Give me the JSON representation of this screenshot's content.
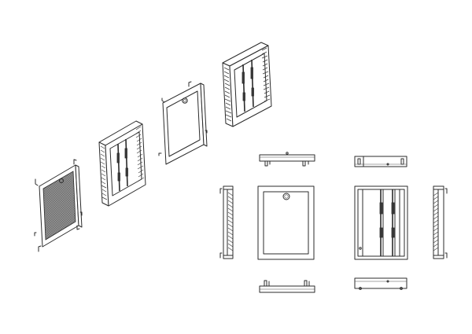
{
  "drawing": {
    "title": "",
    "views": [
      {
        "id": "iso-door-closed",
        "kind": "isometric"
      },
      {
        "id": "iso-frame-open",
        "kind": "isometric"
      },
      {
        "id": "iso-door-only",
        "kind": "isometric"
      },
      {
        "id": "iso-frame-only",
        "kind": "isometric"
      },
      {
        "id": "front-door",
        "kind": "orthographic"
      },
      {
        "id": "front-frame",
        "kind": "orthographic"
      },
      {
        "id": "top-door",
        "kind": "orthographic"
      },
      {
        "id": "top-frame",
        "kind": "orthographic"
      },
      {
        "id": "bottom-door",
        "kind": "orthographic"
      },
      {
        "id": "bottom-frame",
        "kind": "orthographic"
      },
      {
        "id": "side-left",
        "kind": "orthographic"
      },
      {
        "id": "side-right",
        "kind": "orthographic"
      }
    ],
    "line_color": "#2b2b2b",
    "background": "#ffffff"
  }
}
